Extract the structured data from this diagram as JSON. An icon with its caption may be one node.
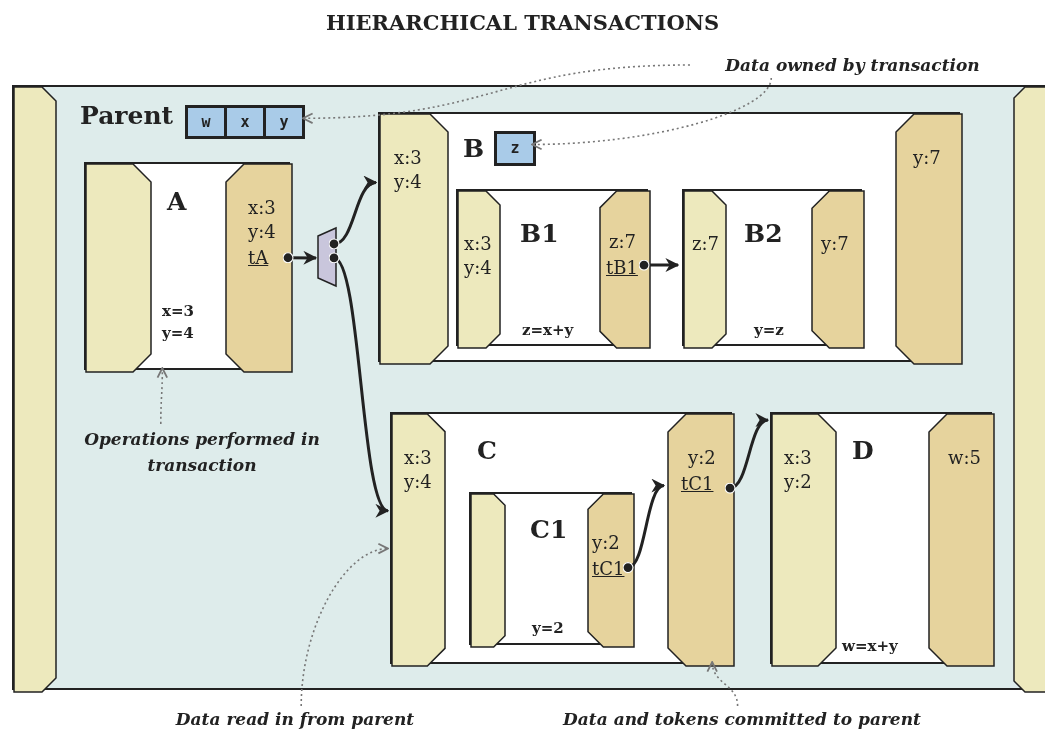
{
  "diagram": {
    "title": "HIERARCHICAL TRANSACTIONS",
    "nodes": [
      {
        "text": [
          "Parent"
        ]
      },
      {
        "text": [],
        "shape": "box",
        "in": 0
      },
      {
        "text": [
          "w",
          "x",
          "y"
        ],
        "in": 0
      },
      {
        "text": [
          "A",
          "x=3 y=4"
        ],
        "in": 0
      },
      {
        "text": [],
        "shape": "box",
        "in": 3
      },
      {
        "text": [
          "x:3 y:4",
          "tA"
        ],
        "in": 3
      },
      {
        "text": [],
        "shape": "trapezoid",
        "in": 0
      },
      {
        "text": [
          "B"
        ],
        "in": 0
      },
      {
        "text": [
          "x:3 y:4"
        ],
        "in": 7
      },
      {
        "text": [
          "z"
        ],
        "in": 7
      },
      {
        "text": [
          "B1",
          "z=x+y"
        ],
        "in": 7
      },
      {
        "text": [
          "x:3 y:4"
        ],
        "in": 10
      },
      {
        "text": [
          "z:7",
          "tB1"
        ],
        "in": 10
      },
      {
        "text": [
          "B2",
          "y=z"
        ],
        "in": 7
      },
      {
        "text": [
          "z:7"
        ],
        "in": 13
      },
      {
        "text": [
          "y:7"
        ],
        "in": 13
      },
      {
        "text": [
          "y:7"
        ],
        "in": 7
      },
      {
        "text": [
          "C"
        ],
        "in": 0
      },
      {
        "text": [
          "x:3 y:4"
        ],
        "in": 17
      },
      {
        "text": [
          "C1",
          "y=2"
        ],
        "in": 17
      },
      {
        "text": [],
        "shape": "box",
        "in": 19
      },
      {
        "text": [
          "y:2",
          "tC1"
        ],
        "in": 19
      },
      {
        "text": [
          "y:2",
          "tC1"
        ],
        "in": 17
      },
      {
        "text": [
          "D",
          "w=x+y"
        ],
        "in": 0
      },
      {
        "text": [
          "x:3 y:2"
        ],
        "in": 23
      },
      {
        "text": [
          "w:5"
        ],
        "in": 23
      },
      {
        "text": [],
        "shape": "box",
        "in": 0
      },
      {
        "text": [
          "Data owned by transaction"
        ]
      },
      {
        "text": [
          "Operations performed in transaction"
        ],
        "in": 0
      },
      {
        "text": [
          "Data read in from parent"
        ]
      },
      {
        "text": [
          "Data and tokens committed to parent"
        ]
      }
    ],
    "edges": [
      {
        "from": 5,
        "to": 6,
        "arrow": "to"
      },
      {
        "from": 6,
        "to": 8,
        "arrow": "to"
      },
      {
        "from": 6,
        "to": 18,
        "arrow": "to"
      },
      {
        "from": 12,
        "to": 14,
        "arrow": "to"
      },
      {
        "from": 21,
        "to": 22,
        "arrow": "to"
      },
      {
        "from": 22,
        "to": 24,
        "arrow": "to"
      },
      {
        "from": 27,
        "to": 2,
        "arrow": "to",
        "style": "dashed",
        "color": "#777777"
      },
      {
        "from": 27,
        "to": 9,
        "arrow": "to",
        "style": "dashed",
        "color": "#777777"
      },
      {
        "from": 28,
        "to": 3,
        "arrow": "to",
        "style": "dashed",
        "color": "#777777"
      },
      {
        "from": 29,
        "to": 18,
        "arrow": "to",
        "style": "dashed",
        "color": "#777777"
      },
      {
        "from": 30,
        "to": 22,
        "arrow": "to",
        "style": "dashed",
        "color": "#777777"
      }
    ]
  }
}
